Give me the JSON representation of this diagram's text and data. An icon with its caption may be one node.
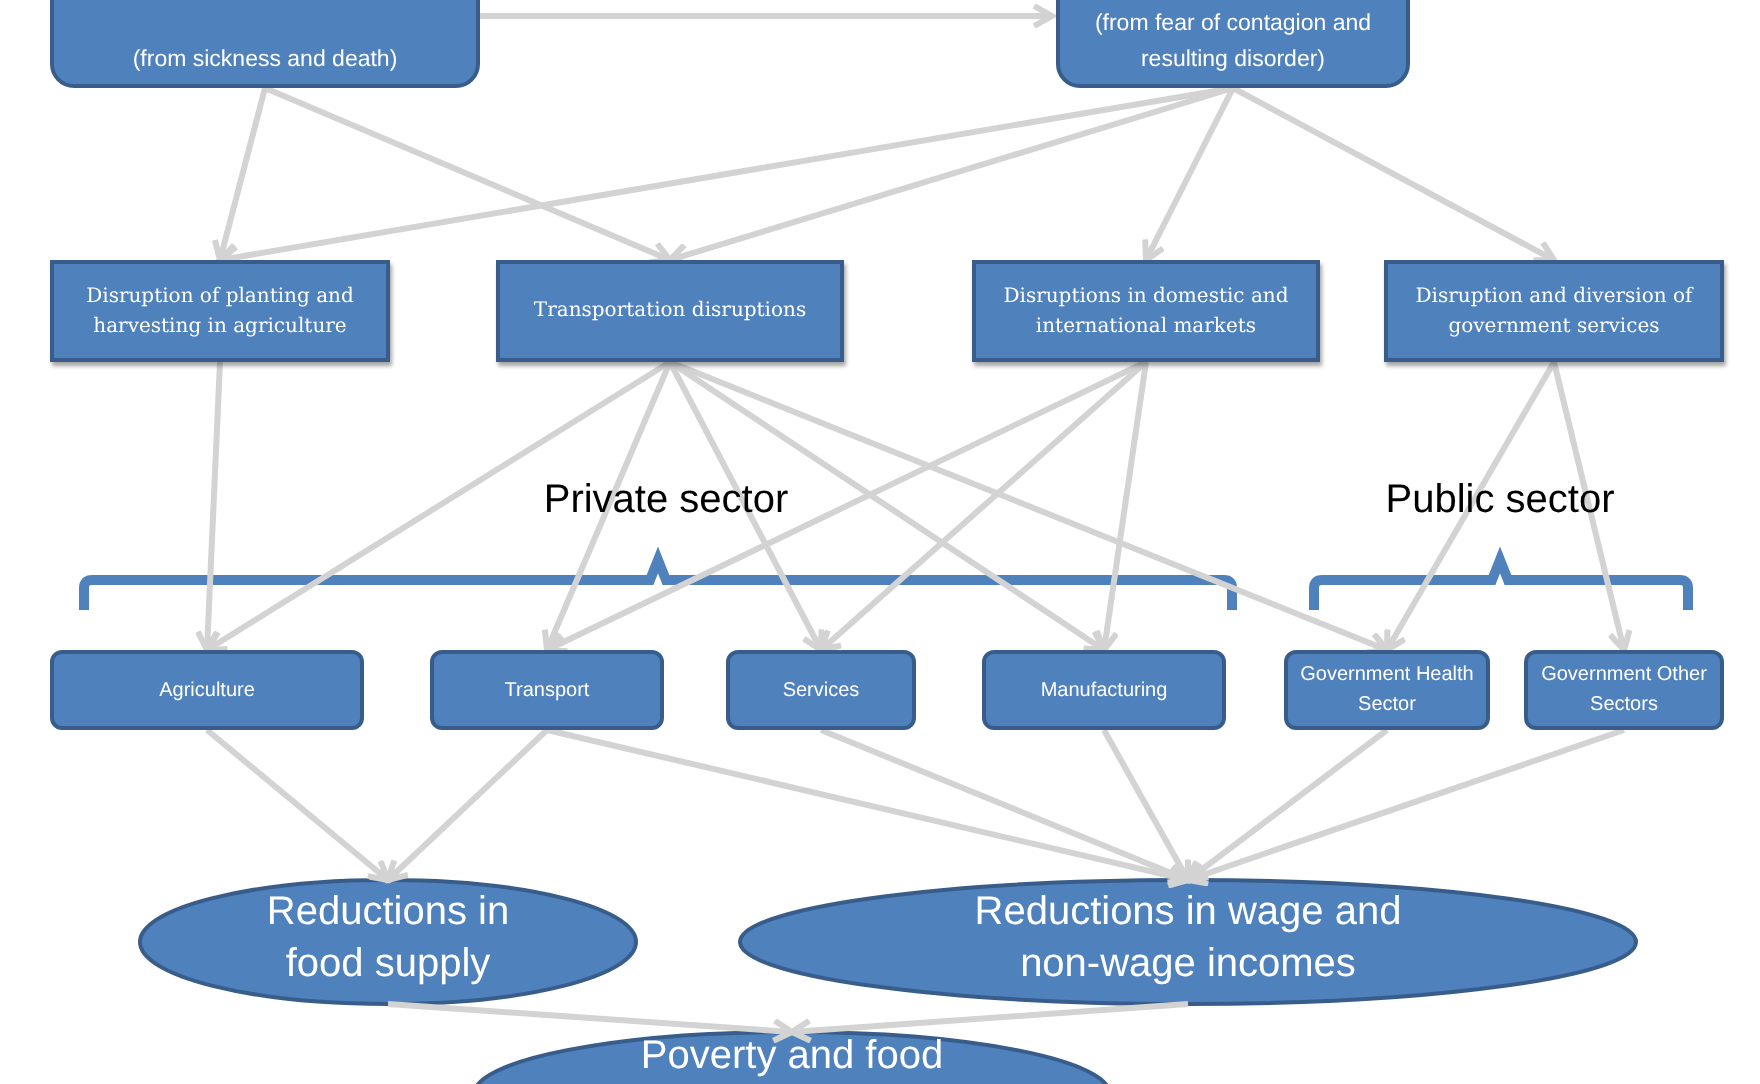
{
  "diagram": {
    "nodes": [
      {
        "text": [
          "(from sickness and death)"
        ]
      },
      {
        "text": [
          "(from fear of contagion and resulting disorder)"
        ]
      },
      {
        "text": [
          "Disruption of planting and harvesting in agriculture"
        ]
      },
      {
        "text": [
          "Transportation disruptions"
        ]
      },
      {
        "text": [
          "Disruptions in domestic and international markets"
        ]
      },
      {
        "text": [
          "Disruption and diversion of government services"
        ]
      },
      {
        "text": [
          "Agriculture"
        ]
      },
      {
        "text": [
          "Transport"
        ]
      },
      {
        "text": [
          "Services"
        ]
      },
      {
        "text": [
          "Manufacturing"
        ]
      },
      {
        "text": [
          "Government Health Sector"
        ]
      },
      {
        "text": [
          "Government Other Sectors"
        ]
      },
      {
        "text": [
          "Reductions in food supply"
        ]
      },
      {
        "text": [
          "Reductions in wage and non-wage incomes"
        ]
      },
      {
        "text": [
          "Poverty and food"
        ]
      }
    ],
    "edges": [
      {
        "from": 0,
        "to": 1,
        "arrow": "to"
      },
      {
        "from": 0,
        "to": 2,
        "arrow": "to"
      },
      {
        "from": 0,
        "to": 3,
        "arrow": "to"
      },
      {
        "from": 1,
        "to": 2,
        "arrow": "to"
      },
      {
        "from": 1,
        "to": 3,
        "arrow": "to"
      },
      {
        "from": 1,
        "to": 4,
        "arrow": "to"
      },
      {
        "from": 1,
        "to": 5,
        "arrow": "to"
      },
      {
        "from": 2,
        "to": 6,
        "arrow": "to"
      },
      {
        "from": 3,
        "to": 6,
        "arrow": "to"
      },
      {
        "from": 3,
        "to": 7,
        "arrow": "to"
      },
      {
        "from": 3,
        "to": 8,
        "arrow": "to"
      },
      {
        "from": 3,
        "to": 9,
        "arrow": "to"
      },
      {
        "from": 3,
        "to": 10,
        "arrow": "to"
      },
      {
        "from": 4,
        "to": 7,
        "arrow": "to"
      },
      {
        "from": 4,
        "to": 8,
        "arrow": "to"
      },
      {
        "from": 4,
        "to": 9,
        "arrow": "to"
      },
      {
        "from": 5,
        "to": 10,
        "arrow": "to"
      },
      {
        "from": 5,
        "to": 11,
        "arrow": "to"
      },
      {
        "from": 6,
        "to": 12,
        "arrow": "to"
      },
      {
        "from": 7,
        "to": 12,
        "arrow": "to"
      },
      {
        "from": 7,
        "to": 13,
        "arrow": "to"
      },
      {
        "from": 8,
        "to": 13,
        "arrow": "to"
      },
      {
        "from": 9,
        "to": 13,
        "arrow": "to"
      },
      {
        "from": 10,
        "to": 13,
        "arrow": "to"
      },
      {
        "from": 11,
        "to": 13,
        "arrow": "to"
      },
      {
        "from": 12,
        "to": 14,
        "arrow": "to"
      },
      {
        "from": 13,
        "to": 14,
        "arrow": "to"
      }
    ],
    "labels": [
      "Private sector",
      "Public sector"
    ]
  }
}
